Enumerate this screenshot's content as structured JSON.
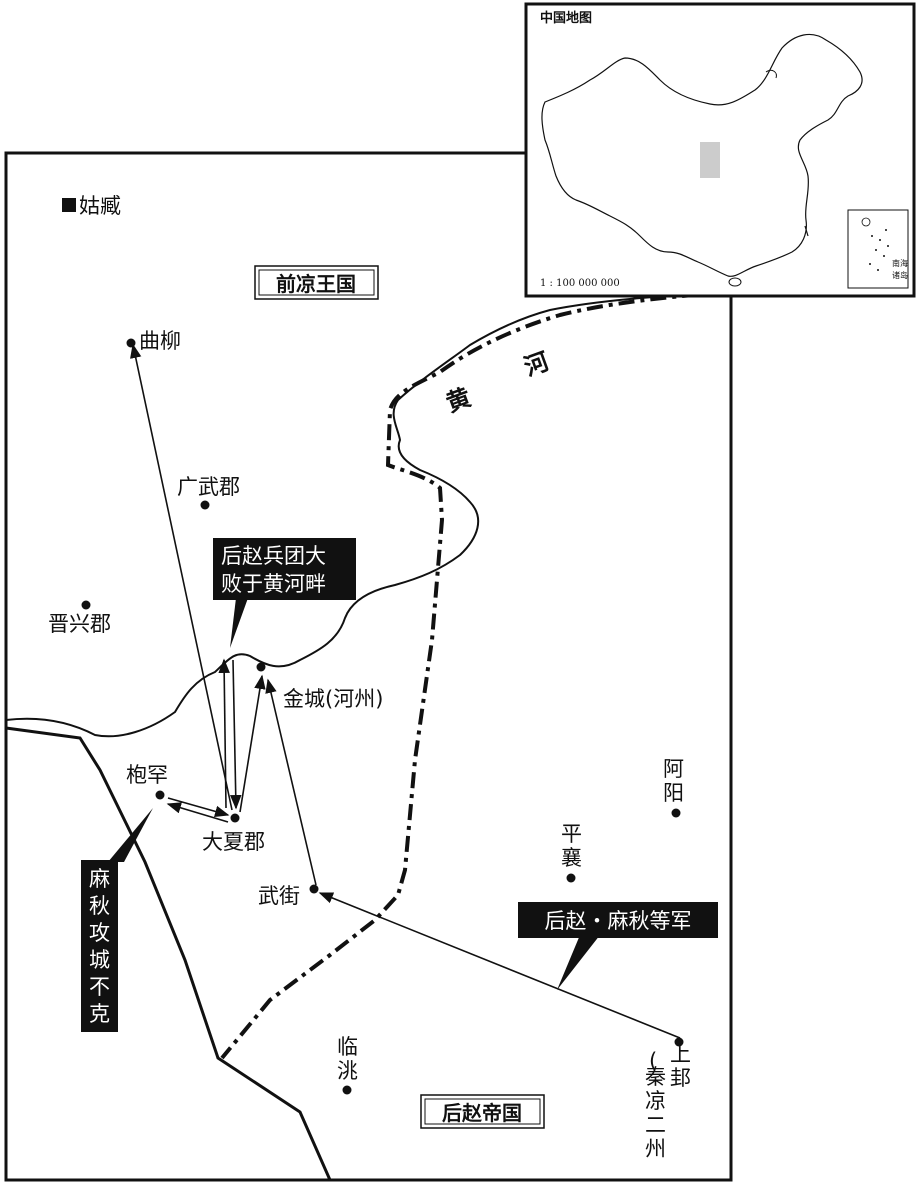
{
  "map": {
    "places": {
      "guzang": "姑臧",
      "quliu": "曲柳",
      "guangwu": "广武郡",
      "jinxing": "晋兴郡",
      "jincheng": "金城(河州)",
      "baohan": "枹罕",
      "daxia": "大夏郡",
      "wujie": "武街",
      "linshao": [
        "临",
        "洮"
      ],
      "ayang": [
        "阿",
        "阳"
      ],
      "pingxiang": [
        "平",
        "襄"
      ],
      "shanggui": [
        "上",
        "邽"
      ],
      "shanggui_note": [
        "(",
        "秦",
        "凉",
        "二",
        "州",
        ")"
      ]
    },
    "regions": {
      "former_liang": "前凉王国",
      "later_zhao": "后赵帝国"
    },
    "river": [
      "黄",
      "河"
    ],
    "callouts": {
      "defeat": [
        "后赵兵团大",
        "败于黄河畔"
      ],
      "siege": [
        "麻",
        "秋",
        "攻",
        "城",
        "不",
        "克"
      ],
      "army": "后赵・麻秋等军"
    }
  },
  "inset": {
    "title": "中国地图",
    "scale": "1 : 100 000 000",
    "islands": [
      "南海",
      "诸岛"
    ]
  },
  "colors": {
    "ink": "#111111",
    "paper": "#ffffff",
    "callout_bg": "#111111",
    "highlight": "#cccccc"
  }
}
